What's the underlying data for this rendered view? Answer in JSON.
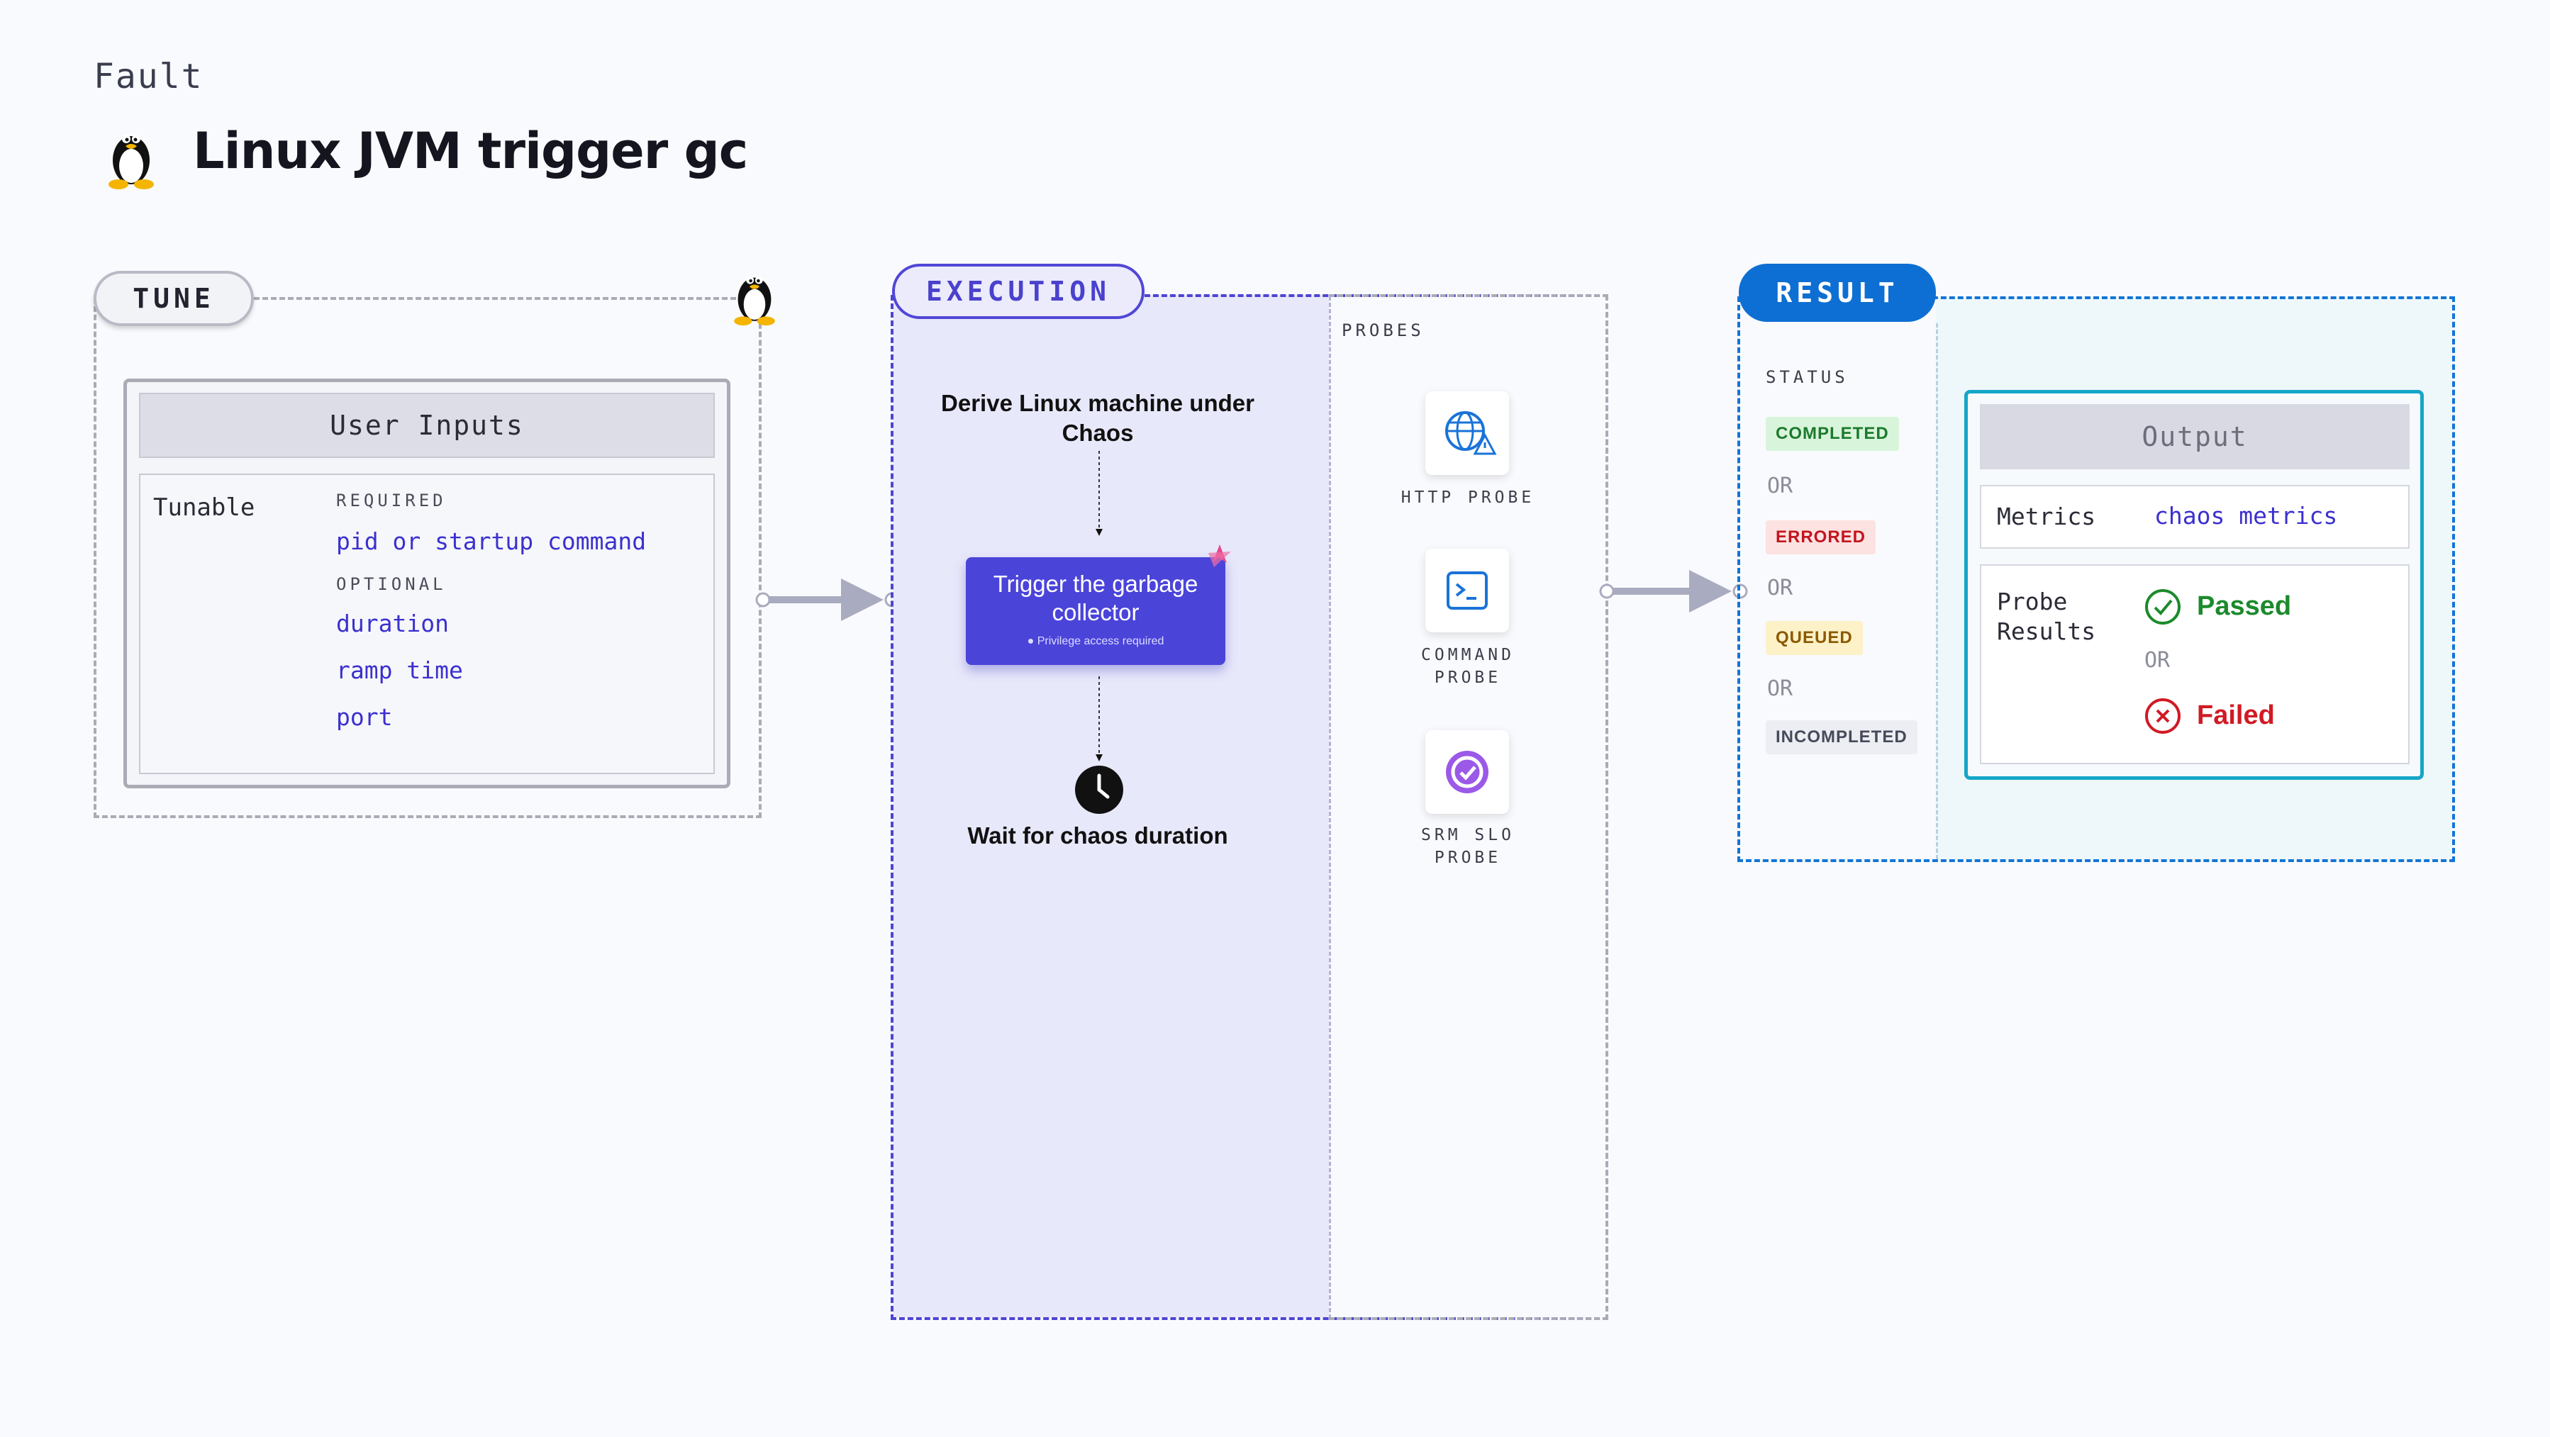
{
  "header": {
    "category": "Fault",
    "title": "Linux JVM trigger gc"
  },
  "tune": {
    "pill": "TUNE",
    "user_inputs": "User Inputs",
    "tunable": "Tunable",
    "required_label": "REQUIRED",
    "required": [
      "pid or startup command"
    ],
    "optional_label": "OPTIONAL",
    "optional": [
      "duration",
      "ramp time",
      "port"
    ]
  },
  "execution": {
    "pill": "EXECUTION",
    "step1": "Derive Linux machine under Chaos",
    "step2_title": "Trigger the garbage collector",
    "step2_note": "Privilege access required",
    "step3": "Wait for chaos duration",
    "probes_label": "PROBES",
    "probes": [
      {
        "label": "HTTP PROBE",
        "icon": "globe-warning-icon"
      },
      {
        "label": "COMMAND PROBE",
        "icon": "terminal-icon"
      },
      {
        "label": "SRM SLO PROBE",
        "icon": "srm-slo-icon"
      }
    ]
  },
  "result": {
    "pill": "RESULT",
    "status_label": "STATUS",
    "statuses": [
      "COMPLETED",
      "ERRORED",
      "QUEUED",
      "INCOMPLETED"
    ],
    "or": "OR",
    "output": "Output",
    "metrics_label": "Metrics",
    "metrics_value": "chaos metrics",
    "probe_results_label": "Probe Results",
    "passed": "Passed",
    "failed": "Failed"
  },
  "colors": {
    "execution": "#4b44d9",
    "result": "#0d6fd3",
    "passed": "#1c8a2b",
    "failed": "#d11a24"
  }
}
